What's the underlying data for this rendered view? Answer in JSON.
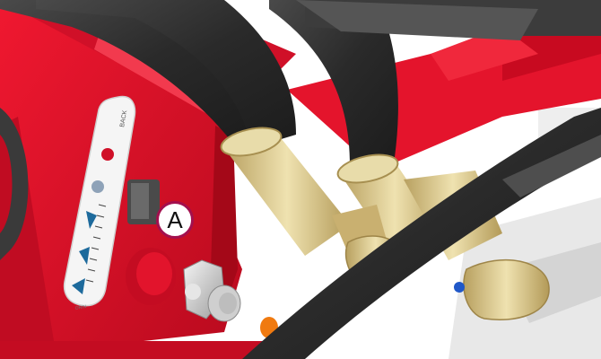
{
  "illustration": {
    "callout_label": "A",
    "gauge_labels": [
      "BACK",
      "ORIN"
    ],
    "colors": {
      "frame_red": "#e0102a",
      "hose_black": "#2e2e2e",
      "fitting_brass": "#d8c48a",
      "callout_border": "#a3104e",
      "bolt_silver": "#d9d9d9"
    }
  }
}
